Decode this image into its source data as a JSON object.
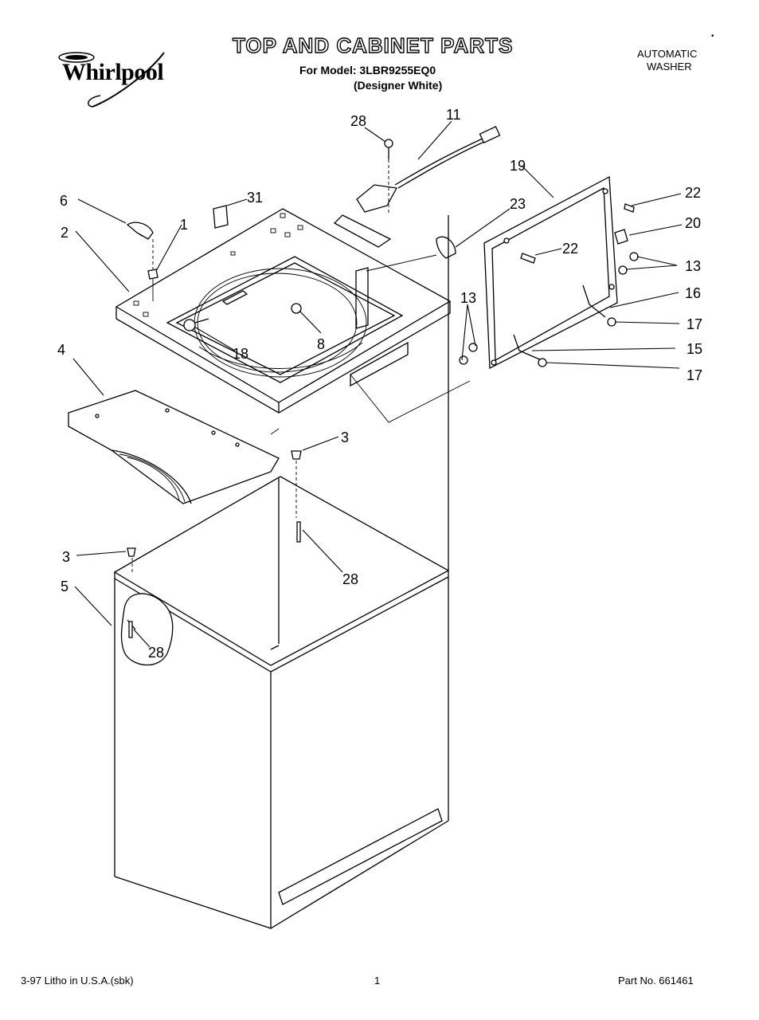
{
  "header": {
    "brand": "Whirlpool",
    "title": "TOP AND CABINET PARTS",
    "model_line": "For Model: 3LBR9255EQ0",
    "model_variant": "(Designer White)",
    "product_type_1": "AUTOMATIC",
    "product_type_2": "WASHER",
    "corner_mark": "•"
  },
  "callouts": {
    "c28a": "28",
    "c11": "11",
    "c19": "19",
    "c6": "6",
    "c31": "31",
    "c1": "1",
    "c2": "2",
    "c23": "23",
    "c22a": "22",
    "c22b": "22",
    "c20": "20",
    "c13a": "13",
    "c13b": "13",
    "c16": "16",
    "c17a": "17",
    "c15": "15",
    "c17b": "17",
    "c18": "18",
    "c8": "8",
    "c4": "4",
    "c3a": "3",
    "c3b": "3",
    "c28b": "28",
    "c5": "5",
    "c28c": "28"
  },
  "footer": {
    "litho": "3-97 Litho in U.S.A.(sbk)",
    "page": "1",
    "part_no": "Part No. 661461"
  }
}
